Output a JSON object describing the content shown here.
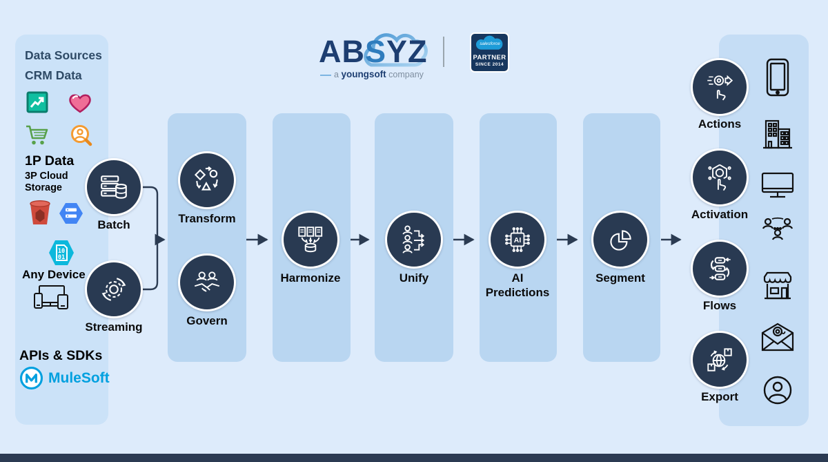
{
  "header": {
    "brand_prefix": "AB",
    "brand_mid": "S",
    "brand_suffix": "YZ",
    "tagline_pre": "a",
    "tagline_bold": "youngsoft",
    "tagline_post": "company",
    "badge": {
      "cloud_text": "salesforce",
      "line1": "PARTNER",
      "line2": "SINCE 2014"
    }
  },
  "left_panel": {
    "title": "Data Sources",
    "subtitle": "CRM Data",
    "label_1p": "1P Data",
    "label_3p": "3P Cloud Storage",
    "label_any_device": "Any Device",
    "label_apis": "APIs & SDKs",
    "mulesoft_label": "MuleSoft",
    "hex_digits_top": "10",
    "hex_digits_bottom": "01",
    "source_icons": [
      "analytics-icon",
      "heart-icon",
      "cart-icon",
      "user-search-icon",
      "aws-s3-icon",
      "google-cloud-icon",
      "data-hex-icon",
      "devices-icon"
    ]
  },
  "sources": {
    "batch_label": "Batch",
    "streaming_label": "Streaming"
  },
  "pipeline": {
    "ai_chip_text": "AI",
    "stages": [
      {
        "label": "Transform"
      },
      {
        "label": "Govern"
      },
      {
        "label": "Harmonize"
      },
      {
        "label": "Unify"
      },
      {
        "label": "AI Predictions"
      },
      {
        "label": "Segment"
      }
    ]
  },
  "outputs": {
    "nodes": [
      {
        "label": "Actions"
      },
      {
        "label": "Activation"
      },
      {
        "label": "Flows"
      },
      {
        "label": "Export"
      }
    ],
    "channel_icons": [
      "smartphone-icon",
      "building-icon",
      "desktop-icon",
      "audience-icon",
      "store-icon",
      "email-at-icon",
      "user-icon"
    ]
  },
  "colors": {
    "background": "#ddebfb",
    "panel_left": "#cbe2f8",
    "panel_right": "#c5ddf5",
    "column": "#b9d6f1",
    "node_navy": "#293a52",
    "arrow": "#2b3b52",
    "heading_slate": "#2e4a66",
    "mulesoft_blue": "#00a0df",
    "logo_navy": "#1d3e71",
    "salesforce_blue": "#1e9cd8",
    "badge_navy": "#17375e",
    "footer_bar": "#2b3a52"
  }
}
